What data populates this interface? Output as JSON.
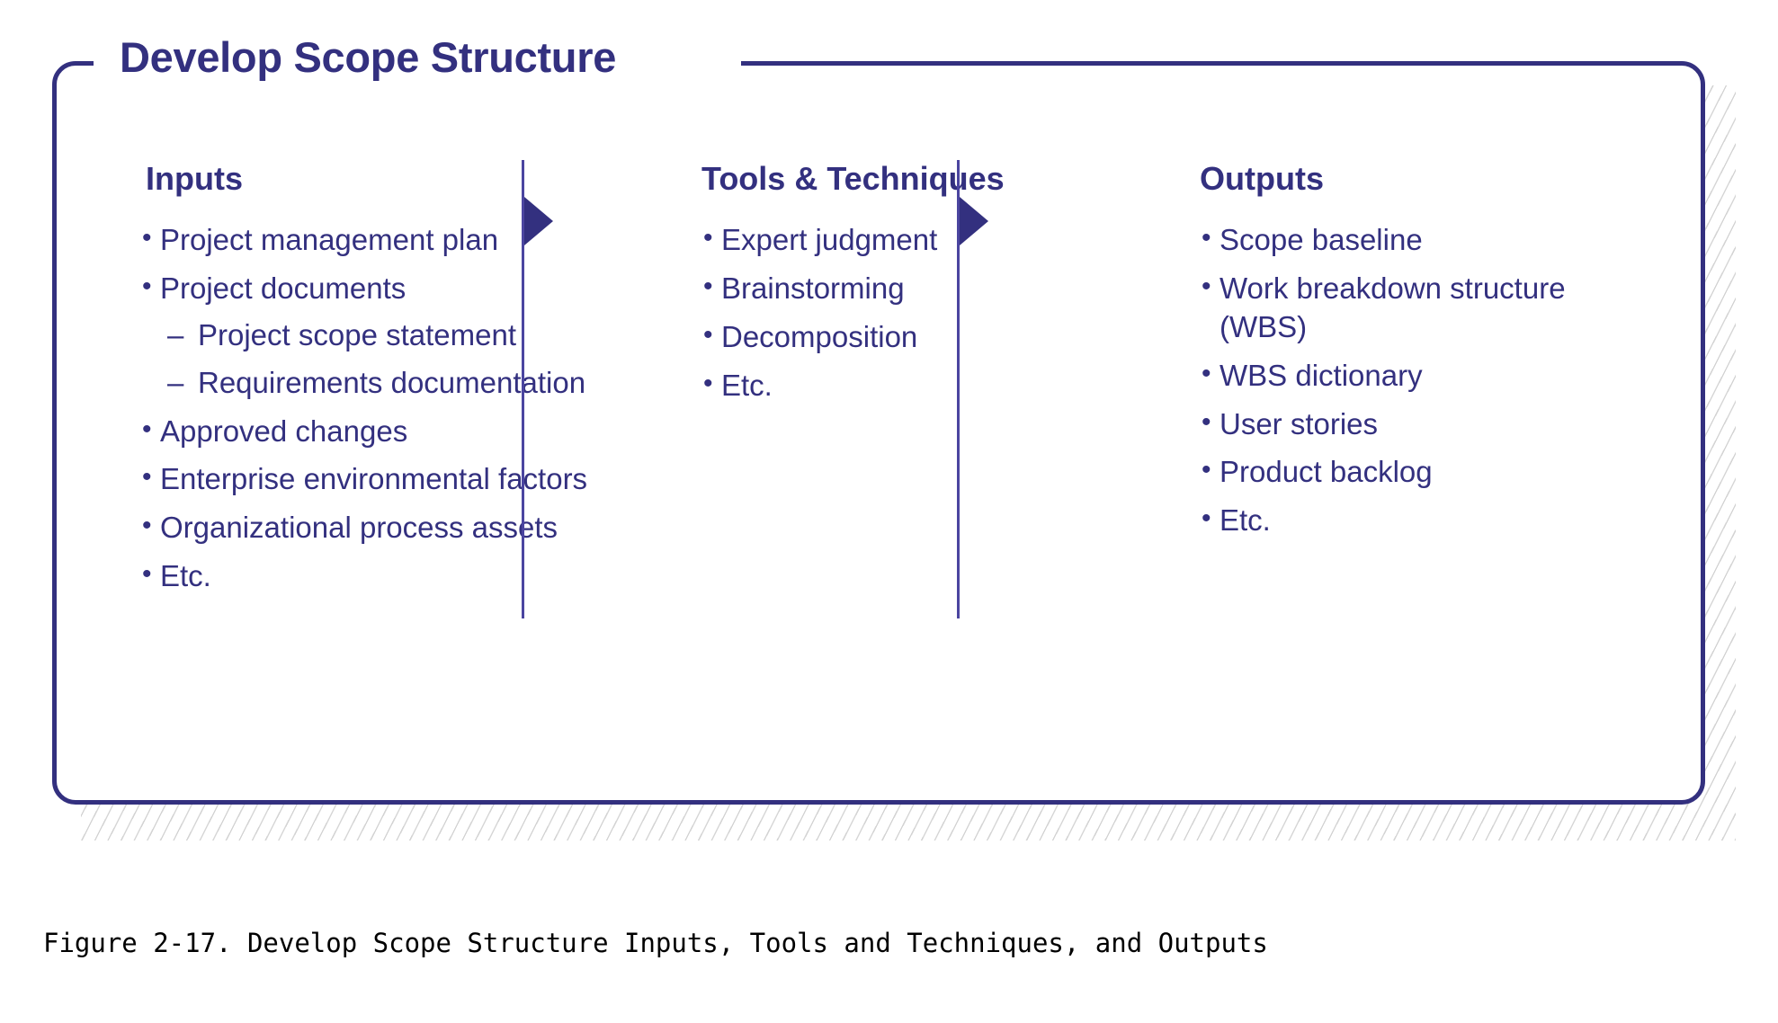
{
  "frame": {
    "title": "Develop Scope Structure",
    "accent_color": "#33307F",
    "border_color": "#33307F"
  },
  "columns": [
    {
      "id": "inputs",
      "heading": "Inputs",
      "items": [
        {
          "text": "Project management plan"
        },
        {
          "text": "Project documents",
          "sub_items": [
            "Project scope statement",
            "Requirements documentation"
          ]
        },
        {
          "text": "Approved changes"
        },
        {
          "text": "Enterprise environmental factors"
        },
        {
          "text": "Organizational process assets"
        },
        {
          "text": "Etc."
        }
      ]
    },
    {
      "id": "tools",
      "heading": "Tools & Techniques",
      "items": [
        {
          "text": "Expert  judgment"
        },
        {
          "text": "Brainstorming"
        },
        {
          "text": "Decomposition"
        },
        {
          "text": "Etc."
        }
      ]
    },
    {
      "id": "outputs",
      "heading": "Outputs",
      "items": [
        {
          "text": "Scope  baseline"
        },
        {
          "text": "Work breakdown structure (WBS)"
        },
        {
          "text": "WBS  dictionary"
        },
        {
          "text": "User stories"
        },
        {
          "text": "Product backlog"
        },
        {
          "text": "Etc."
        }
      ]
    }
  ],
  "arrows": {
    "arrow_1_name": "inputs-to-tools-arrow",
    "arrow_2_name": "tools-to-outputs-arrow"
  },
  "caption": {
    "text": "Figure 2-17. Develop Scope Structure Inputs, Tools and Techniques, and Outputs"
  }
}
